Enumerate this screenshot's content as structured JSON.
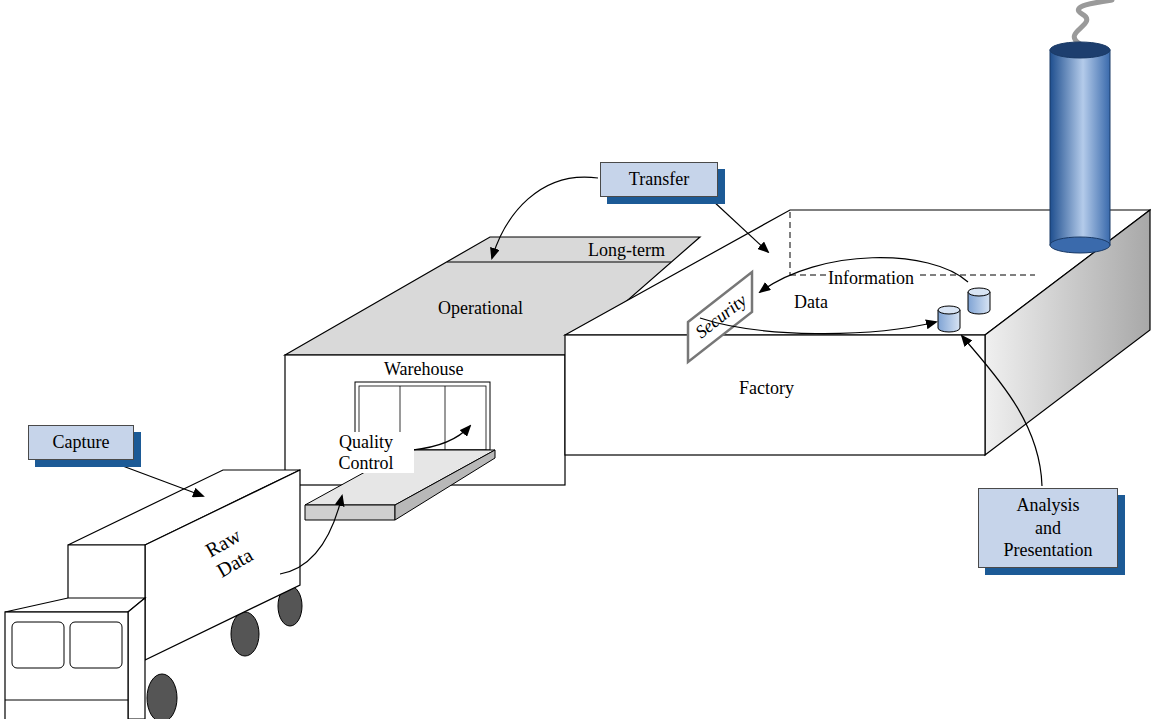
{
  "diagram": {
    "nodes": [
      {
        "text": [
          "Capture"
        ]
      },
      {
        "text": [
          "Transfer"
        ]
      },
      {
        "text": [
          "Analysis and Presentation"
        ]
      }
    ],
    "labels": [
      "Long-term",
      "Operational",
      "Warehouse",
      "Factory",
      "Security",
      "Information",
      "Data",
      "Quality Control",
      "Raw Data"
    ]
  }
}
